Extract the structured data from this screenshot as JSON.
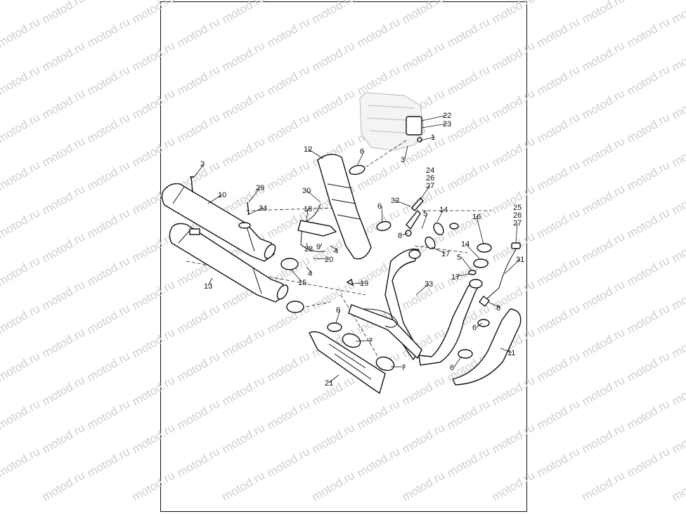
{
  "watermark": {
    "text": "motod.ru",
    "color": "#c9c9c9"
  },
  "colors": {
    "line": "#111111",
    "background": "#ffffff"
  },
  "callouts": [
    {
      "id": "22",
      "label": "22"
    },
    {
      "id": "23",
      "label": "23"
    },
    {
      "id": "1",
      "label": "1"
    },
    {
      "id": "6a",
      "label": "6"
    },
    {
      "id": "12",
      "label": "12"
    },
    {
      "id": "3",
      "label": "3"
    },
    {
      "id": "2",
      "label": "2"
    },
    {
      "id": "24",
      "label": "24"
    },
    {
      "id": "26a",
      "label": "26"
    },
    {
      "id": "27a",
      "label": "27"
    },
    {
      "id": "29",
      "label": "29"
    },
    {
      "id": "10",
      "label": "10"
    },
    {
      "id": "30",
      "label": "30"
    },
    {
      "id": "32",
      "label": "32"
    },
    {
      "id": "6b",
      "label": "6"
    },
    {
      "id": "14a",
      "label": "14"
    },
    {
      "id": "25",
      "label": "25"
    },
    {
      "id": "26b",
      "label": "26"
    },
    {
      "id": "27b",
      "label": "27"
    },
    {
      "id": "34",
      "label": "34"
    },
    {
      "id": "18",
      "label": "18"
    },
    {
      "id": "5a",
      "label": "5"
    },
    {
      "id": "16",
      "label": "16"
    },
    {
      "id": "8a",
      "label": "8"
    },
    {
      "id": "28",
      "label": "28"
    },
    {
      "id": "9",
      "label": "9"
    },
    {
      "id": "4a",
      "label": "4"
    },
    {
      "id": "17a",
      "label": "17"
    },
    {
      "id": "14b",
      "label": "14"
    },
    {
      "id": "20",
      "label": "20"
    },
    {
      "id": "5b",
      "label": "5"
    },
    {
      "id": "31",
      "label": "31"
    },
    {
      "id": "4b",
      "label": "4"
    },
    {
      "id": "17b",
      "label": "17"
    },
    {
      "id": "13",
      "label": "13"
    },
    {
      "id": "15",
      "label": "15"
    },
    {
      "id": "19",
      "label": "19"
    },
    {
      "id": "33",
      "label": "33"
    },
    {
      "id": "8b",
      "label": "8"
    },
    {
      "id": "6c",
      "label": "6"
    },
    {
      "id": "6d",
      "label": "6"
    },
    {
      "id": "7a",
      "label": "7"
    },
    {
      "id": "11",
      "label": "11"
    },
    {
      "id": "7b",
      "label": "7"
    },
    {
      "id": "6e",
      "label": "6"
    },
    {
      "id": "21",
      "label": "21"
    }
  ]
}
